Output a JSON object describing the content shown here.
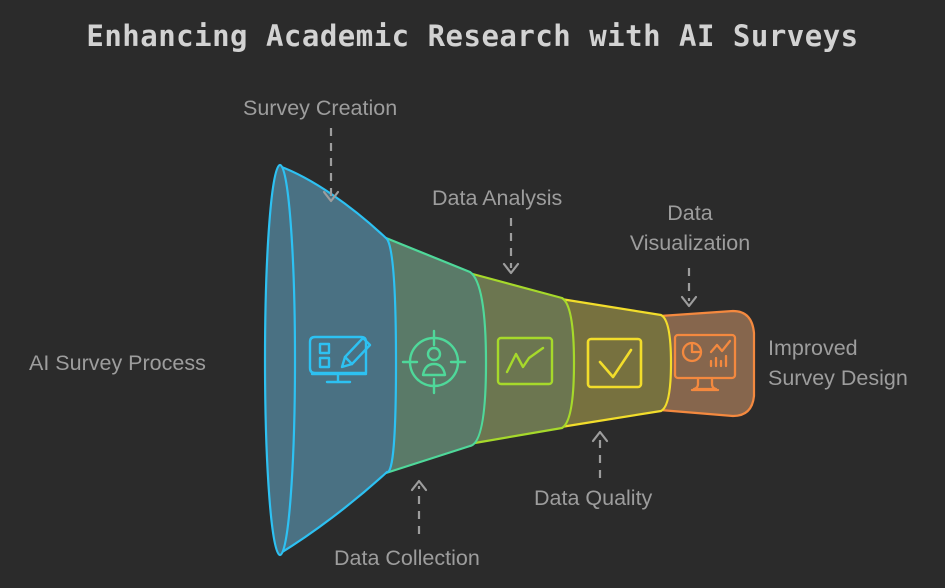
{
  "title": "Enhancing Academic Research with AI Surveys",
  "background_color": "#2b2b2b",
  "title_color": "#d2d2d2",
  "label_color": "#9d9d9d",
  "diagram": {
    "type": "funnel",
    "input_label": "AI Survey Process",
    "output_label_line1": "Improved",
    "output_label_line2": "Survey Design",
    "stages": [
      {
        "label": "Survey Creation",
        "label_position": "top",
        "icon": "monitor-pencil-icon",
        "color": "#2dc1f2",
        "fill": "#4a7183"
      },
      {
        "label": "Data Collection",
        "label_position": "bottom",
        "icon": "target-person-icon",
        "color": "#4fd89a",
        "fill": "#5a7a68"
      },
      {
        "label": "Data Analysis",
        "label_position": "top",
        "icon": "line-chart-icon",
        "color": "#a6d92b",
        "fill": "#6c7650"
      },
      {
        "label": "Data Quality",
        "label_position": "bottom",
        "icon": "checkmark-icon",
        "color": "#f2dd2b",
        "fill": "#77713f"
      },
      {
        "label_line1": "Data",
        "label_line2": "Visualization",
        "label": "Data Visualization",
        "label_position": "top",
        "icon": "dashboard-monitor-icon",
        "color": "#f4893f",
        "fill": "#86664d"
      }
    ],
    "connector_color": "#9d9d9d",
    "connector_style": "dashed-arrow"
  }
}
